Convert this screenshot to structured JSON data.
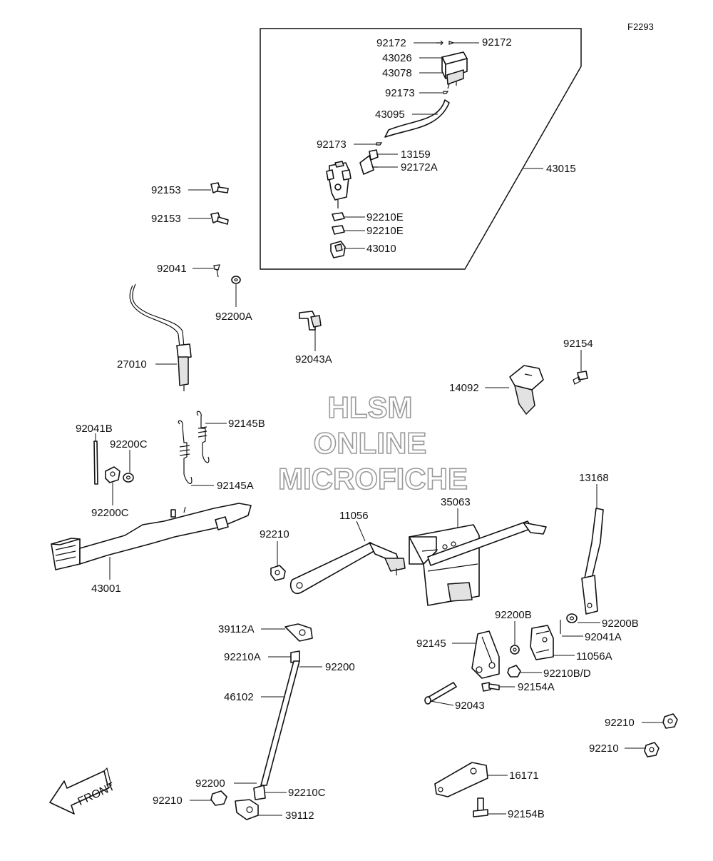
{
  "figure_id": "F2293",
  "watermark": [
    "HLSM",
    "ONLINE",
    "MICROFICHE"
  ],
  "front_label": "FRONT",
  "labels": {
    "92172_a": "92172",
    "92172_b": "92172",
    "43026": "43026",
    "43078": "43078",
    "92173_a": "92173",
    "43095": "43095",
    "92173_b": "92173",
    "13159": "13159",
    "92172A": "92172A",
    "43015": "43015",
    "92210E_a": "92210E",
    "92210E_b": "92210E",
    "43010": "43010",
    "92153_a": "92153",
    "92153_b": "92153",
    "92041": "92041",
    "92200A": "92200A",
    "92043A": "92043A",
    "27010": "27010",
    "92154": "92154",
    "14092": "14092",
    "92041B": "92041B",
    "92200C_a": "92200C",
    "92145B": "92145B",
    "92145A": "92145A",
    "92200C_b": "92200C",
    "43001": "43001",
    "13168": "13168",
    "11056": "11056",
    "35063": "35063",
    "92210_a": "92210",
    "92200B_a": "92200B",
    "92200B_b": "92200B",
    "92041A": "92041A",
    "92145": "92145",
    "11056A": "11056A",
    "92210B_D": "92210B/D",
    "92154A": "92154A",
    "92043": "92043",
    "39112A": "39112A",
    "92210A": "92210A",
    "92200_a": "92200",
    "46102": "46102",
    "92210_b": "92210",
    "92210_c": "92210",
    "16171": "16171",
    "92200_b": "92200",
    "92210C": "92210C",
    "92210_d": "92210",
    "39112": "39112",
    "92154B": "92154B"
  }
}
